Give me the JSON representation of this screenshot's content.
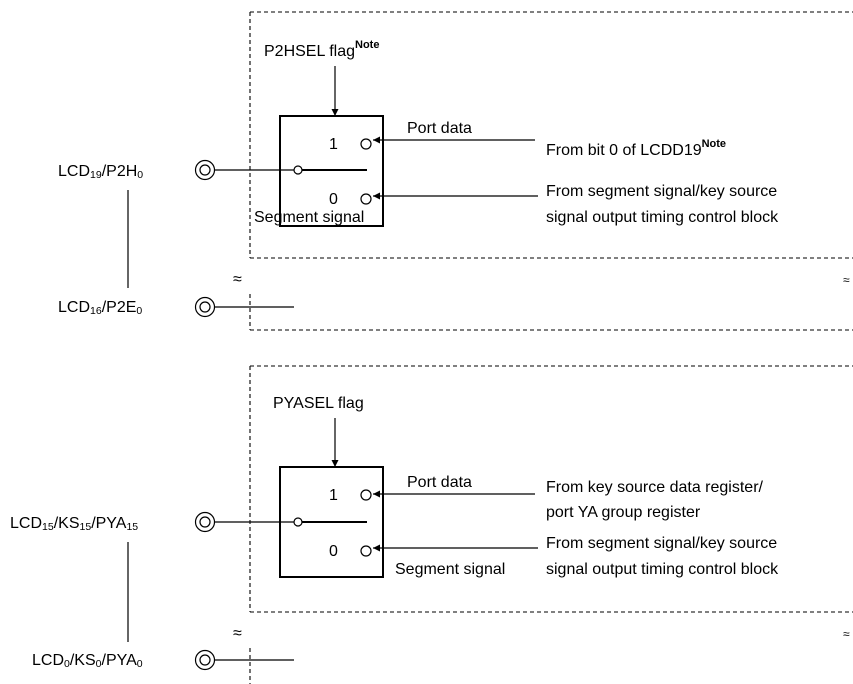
{
  "top_block": {
    "flag": "P2HSEL flag",
    "flag_note": "Note",
    "port_data": "Port data",
    "segment_signal": "Segment signal",
    "in1": "1",
    "in0": "0",
    "src_port": "From bit 0 of LCDD19",
    "src_port_note": "Note",
    "src_seg_1": "From segment signal/key source",
    "src_seg_2": "signal output timing control block",
    "pin_hi": {
      "a": "LCD",
      "a_sub": "19",
      "b": "/P2H",
      "b_sub": "0"
    },
    "pin_lo": {
      "a": "LCD",
      "a_sub": "16",
      "b": "/P2E",
      "b_sub": "0"
    }
  },
  "bottom_block": {
    "flag": "PYASEL flag",
    "port_data": "Port data",
    "segment_signal": "Segment signal",
    "in1": "1",
    "in0": "0",
    "src_port_1": "From key source data register/",
    "src_port_2": "port YA group register",
    "src_seg_1": "From segment signal/key source",
    "src_seg_2": "signal output timing control block",
    "pin_hi": {
      "a": "LCD",
      "a_sub": "15",
      "b": "/KS",
      "b_sub": "15",
      "c": "/PYA",
      "c_sub": "15"
    },
    "pin_lo": {
      "a": "LCD",
      "a_sub": "0",
      "b": "/KS",
      "b_sub": "0",
      "c": "/PYA",
      "c_sub": "0"
    }
  }
}
